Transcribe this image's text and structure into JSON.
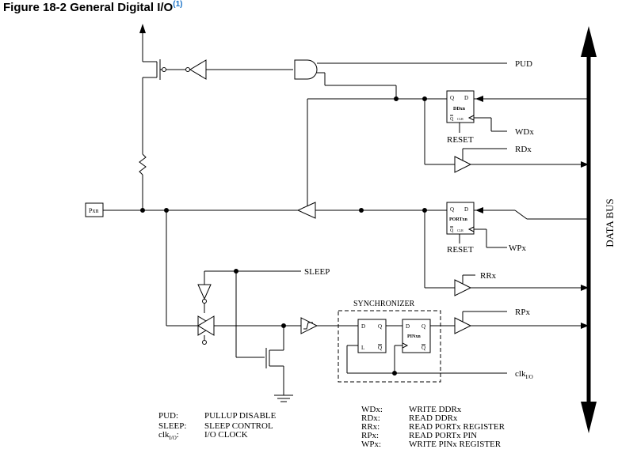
{
  "figure": {
    "title": "Figure 18-2  General Digital I/O",
    "note_ref": "(1)"
  },
  "pin": {
    "label": "Pxn"
  },
  "signals": {
    "pud": "PUD",
    "wdx": "WDx",
    "rdx": "RDx",
    "wpx": "WPx",
    "rrx": "RRx",
    "rpx": "RPx",
    "sleep": "SLEEP",
    "reset": "RESET",
    "clk": "clk",
    "clk_sub": "I/O",
    "synchronizer": "SYNCHRONIZER",
    "data_bus": "DATA BUS"
  },
  "flipflops": {
    "ddr": {
      "name": "DDxn",
      "q": "Q",
      "d": "D",
      "qbar": "Q",
      "clr": "CLR"
    },
    "port": {
      "name": "PORTxn",
      "q": "Q",
      "d": "D",
      "qbar": "Q",
      "clr": "CLR"
    },
    "sync_latch": {
      "d": "D",
      "q": "Q",
      "l": "L",
      "qbar": "Q"
    },
    "pin": {
      "name": "PINxn",
      "d": "D",
      "q": "Q",
      "qbar": "Q"
    }
  },
  "legend_left": [
    {
      "key": "PUD:",
      "value": "PULLUP DISABLE"
    },
    {
      "key": "SLEEP:",
      "value": "SLEEP CONTROL"
    },
    {
      "key": "clk",
      "sub": "I/O",
      "suffix": ":",
      "value": "I/O CLOCK"
    }
  ],
  "legend_right": [
    {
      "key": "WDx:",
      "value": "WRITE DDRx"
    },
    {
      "key": "RDx:",
      "value": "READ DDRx"
    },
    {
      "key": "RRx:",
      "value": "READ PORTx REGISTER"
    },
    {
      "key": "RPx:",
      "value": "READ PORTx PIN"
    },
    {
      "key": "WPx:",
      "value": "WRITE PINx REGISTER"
    }
  ]
}
